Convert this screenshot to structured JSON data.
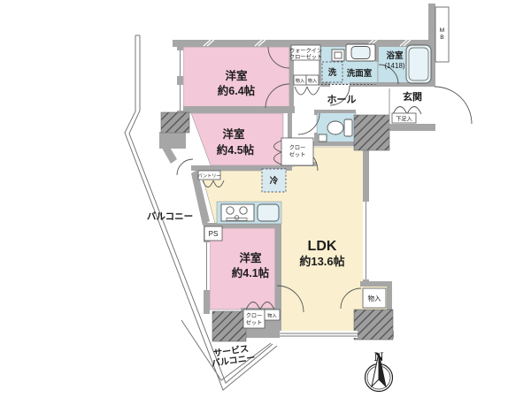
{
  "floorplan": {
    "rooms": {
      "bedroom_64": {
        "name": "洋室",
        "size": "約6.4帖"
      },
      "bedroom_45": {
        "name": "洋室",
        "size": "約4.5帖"
      },
      "bedroom_41": {
        "name": "洋室",
        "size": "約4.1帖"
      },
      "ldk": {
        "name": "LDK",
        "size": "約13.6帖"
      },
      "hall": {
        "label": "ホール"
      },
      "entrance": {
        "label": "玄関"
      },
      "washroom": {
        "label": "洗面室"
      },
      "bathroom": {
        "name": "浴室",
        "size": "(1418)"
      },
      "walk_in_closet": {
        "line1": "ウォークイン",
        "line2": "クローゼット"
      },
      "balcony": {
        "label": "バルコニー"
      },
      "service_balcony": {
        "line1": "サービス",
        "line2": "バルコニー"
      }
    },
    "labels": {
      "washer": "洗",
      "fridge": "冷",
      "pantry": "パントリー",
      "shoe_cabinet": "下足入",
      "storage_hall_a": "物入",
      "storage_hall_b": "物入",
      "storage_ldk": "物入",
      "storage_41": "物入",
      "closet_45": {
        "line1": "クロー",
        "line2": "ゼット"
      },
      "closet_41": {
        "line1": "クロー",
        "line2": "ゼット"
      },
      "pipe_space": "PS",
      "meter_box": {
        "line1": "M",
        "line2": "B"
      },
      "compass_north": "N"
    },
    "colors": {
      "bedroom_pink": "#F3C8D8",
      "ldk_cream": "#FAF0CF",
      "wet_area_blue": "#C5E1EA",
      "wall_gray": "#A6A6A6",
      "outline": "#555555"
    }
  }
}
